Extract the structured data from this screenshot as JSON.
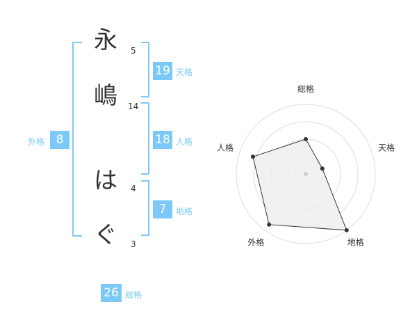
{
  "name": {
    "chars": [
      {
        "char": "永",
        "strokes": "5"
      },
      {
        "char": "嶋",
        "strokes": "14"
      },
      {
        "char": "は",
        "strokes": "4"
      },
      {
        "char": "ぐ",
        "strokes": "3"
      }
    ]
  },
  "kakusu": {
    "tenkaku": {
      "value": "19",
      "label": "天格"
    },
    "jinkaku": {
      "value": "18",
      "label": "人格"
    },
    "chikaku": {
      "value": "7",
      "label": "地格"
    },
    "gaikaku": {
      "value": "8",
      "label": "外格"
    },
    "soukaku": {
      "value": "26",
      "label": "総格"
    }
  },
  "radar": {
    "axes": [
      "総格",
      "天格",
      "地格",
      "外格",
      "人格"
    ],
    "values": [
      0.5,
      0.25,
      1.0,
      0.9,
      0.8
    ],
    "colors": {
      "fill": "#eeeeee",
      "stroke": "#333333",
      "rings": "#dddddd",
      "accent": "#7cc8f8"
    }
  }
}
